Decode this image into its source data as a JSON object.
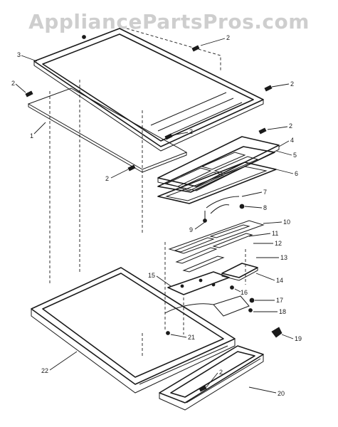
{
  "watermark": "AppliancePartsPros.com",
  "callouts": [
    {
      "id": "c-2a",
      "text": "2"
    },
    {
      "id": "c-3",
      "text": "3"
    },
    {
      "id": "c-2b",
      "text": "2"
    },
    {
      "id": "c-2c",
      "text": "2"
    },
    {
      "id": "c-1",
      "text": "1"
    },
    {
      "id": "c-2d",
      "text": "2"
    },
    {
      "id": "c-2e",
      "text": "2"
    },
    {
      "id": "c-2f",
      "text": "2"
    },
    {
      "id": "c-4",
      "text": "4"
    },
    {
      "id": "c-5",
      "text": "5"
    },
    {
      "id": "c-6",
      "text": "6"
    },
    {
      "id": "c-7",
      "text": "7"
    },
    {
      "id": "c-8",
      "text": "8"
    },
    {
      "id": "c-9",
      "text": "9"
    },
    {
      "id": "c-10",
      "text": "10"
    },
    {
      "id": "c-11",
      "text": "11"
    },
    {
      "id": "c-12",
      "text": "12"
    },
    {
      "id": "c-13",
      "text": "13"
    },
    {
      "id": "c-14",
      "text": "14"
    },
    {
      "id": "c-15",
      "text": "15"
    },
    {
      "id": "c-16",
      "text": "16"
    },
    {
      "id": "c-17",
      "text": "17"
    },
    {
      "id": "c-18",
      "text": "18"
    },
    {
      "id": "c-19",
      "text": "19"
    },
    {
      "id": "c-20",
      "text": "20"
    },
    {
      "id": "c-21",
      "text": "21"
    },
    {
      "id": "c-22",
      "text": "22"
    },
    {
      "id": "c-2g",
      "text": "2"
    }
  ]
}
